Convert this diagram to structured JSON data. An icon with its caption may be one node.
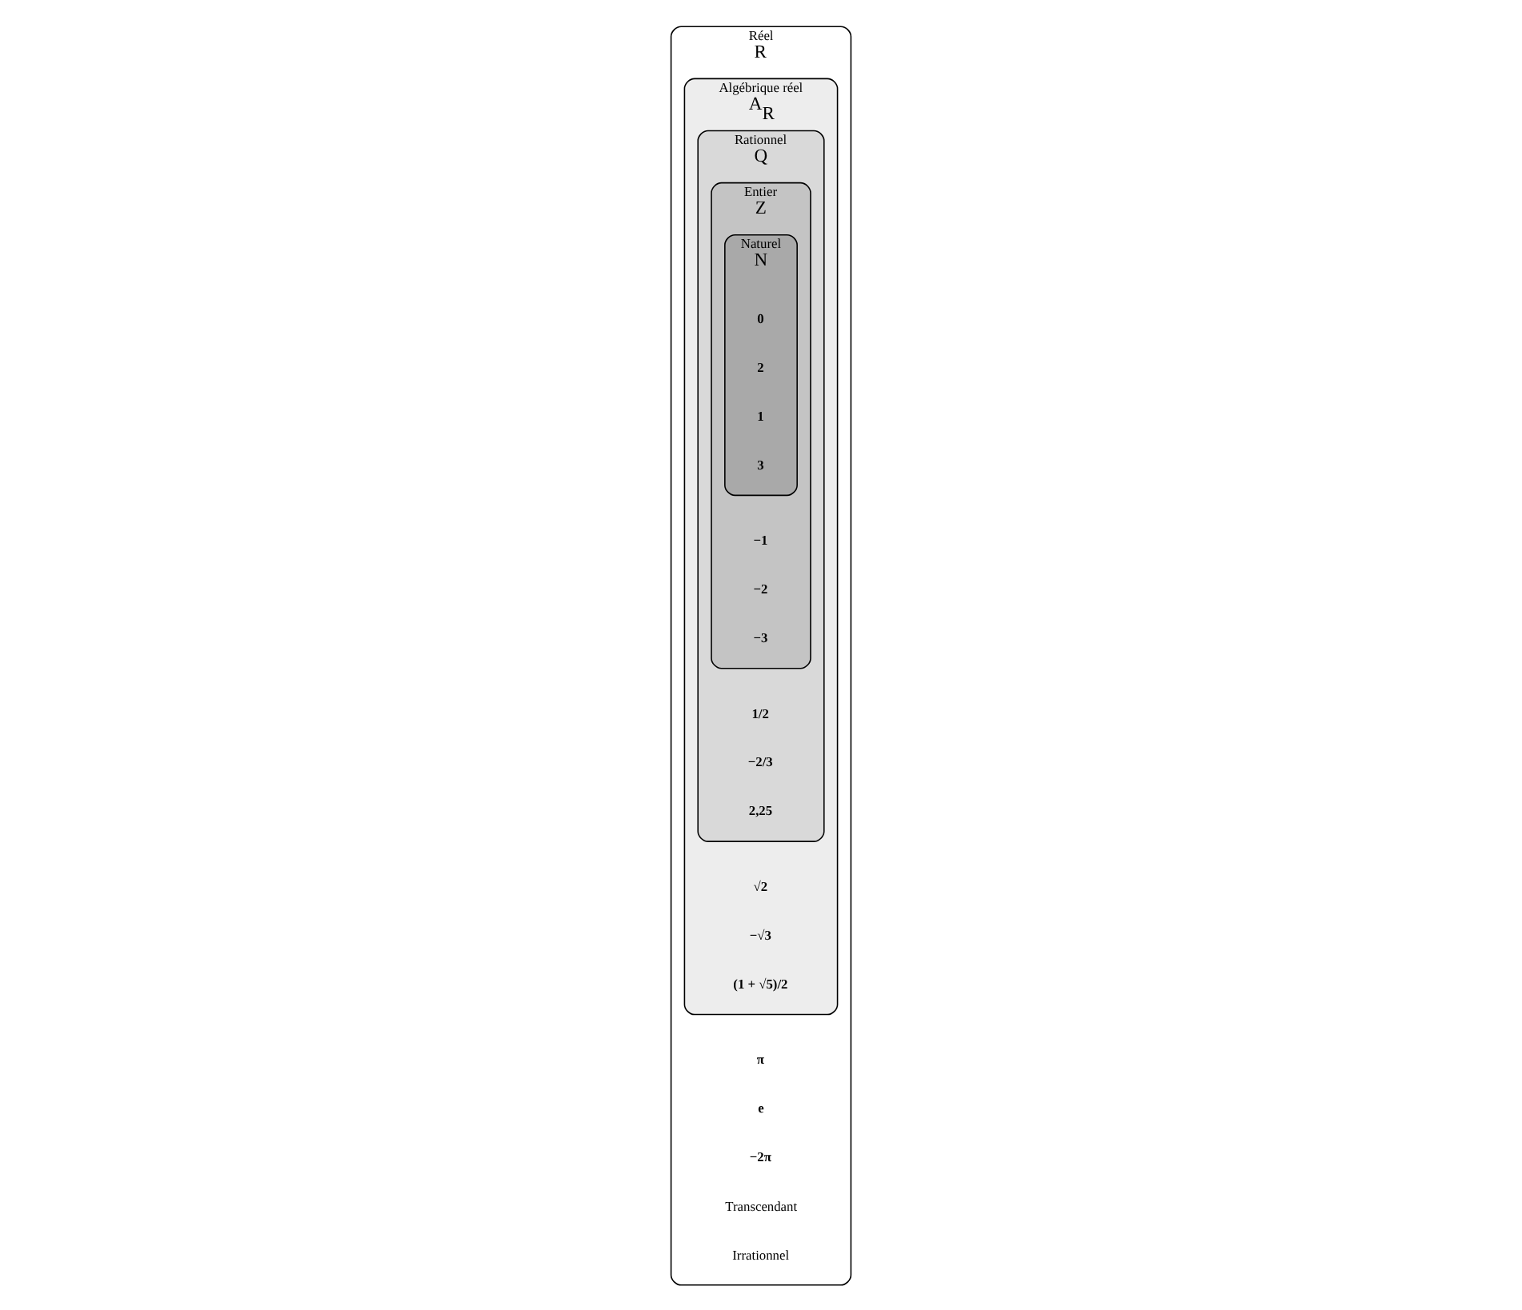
{
  "diagram": {
    "nodes": [
      {
        "text": [
          "Réel",
          "R"
        ]
      },
      {
        "text": [
          "Algébrique réel",
          "A$_{R}$"
        ],
        "in": 0
      },
      {
        "text": [
          "Rationnel",
          "Q"
        ],
        "in": 1
      },
      {
        "text": [
          "Entier",
          "Z"
        ],
        "in": 2
      },
      {
        "text": [
          "Naturel",
          "N"
        ],
        "in": 3
      }
    ],
    "edges": [],
    "labels": [
      "π",
      "√2",
      "e",
      "−√3",
      "−2π",
      "1/2",
      "−1",
      "Transcendant",
      "(1 + √5)/2",
      "−2",
      "−2/3",
      "Irrationnel",
      "0",
      "2",
      "1",
      "3",
      "−3",
      "2,25"
    ]
  }
}
